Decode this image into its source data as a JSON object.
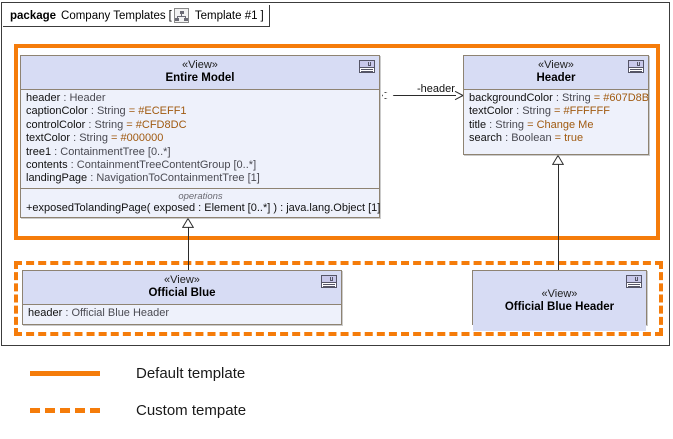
{
  "package": {
    "keyword": "package",
    "name": "Company Templates",
    "bracket_open": "[",
    "icon": "tree-diagram-icon",
    "template_label": "Template #1",
    "bracket_close": "]"
  },
  "colors": {
    "template_orange": "#F57C0A",
    "class_header_fill": "#D7DCF4",
    "class_body_fill": "#EEF1FB",
    "class_border": "#8E8372",
    "connector": "#2B2B2B",
    "value_text": "#A05A10",
    "type_text": "#4A4A52"
  },
  "classes": [
    {
      "id": "entire-model",
      "stereotype": "«View»",
      "name": "Entire Model",
      "icon": "view-icon",
      "attributes": [
        {
          "name": "header",
          "sep": " : ",
          "type": "Header",
          "eq": "",
          "value": ""
        },
        {
          "name": "captionColor",
          "sep": " : ",
          "type": "String",
          "eq": " = ",
          "value": "#ECEFF1"
        },
        {
          "name": "controlColor",
          "sep": " : ",
          "type": "String",
          "eq": " = ",
          "value": "#CFD8DC"
        },
        {
          "name": "textColor",
          "sep": " : ",
          "type": "String",
          "eq": " = ",
          "value": "#000000"
        },
        {
          "name": "tree1",
          "sep": " : ",
          "type": "ContainmentTree [0..*]",
          "eq": "",
          "value": ""
        },
        {
          "name": "contents",
          "sep": " : ",
          "type": "ContainmentTreeContentGroup [0..*]",
          "eq": "",
          "value": ""
        },
        {
          "name": "landingPage",
          "sep": " : ",
          "type": "NavigationToContainmentTree [1]",
          "eq": "",
          "value": ""
        }
      ],
      "operations_label": "operations",
      "operations": [
        "+exposedTolandingPage( exposed : Element [0..*] ) : java.lang.Object [1]"
      ]
    },
    {
      "id": "header",
      "stereotype": "«View»",
      "name": "Header",
      "icon": "view-icon",
      "attributes": [
        {
          "name": "backgroundColor",
          "sep": " : ",
          "type": "String",
          "eq": " = ",
          "value": "#607D8B"
        },
        {
          "name": "textColor",
          "sep": " : ",
          "type": "String",
          "eq": " = ",
          "value": "#FFFFFF"
        },
        {
          "name": "title",
          "sep": " : ",
          "type": "String",
          "eq": " = ",
          "value": "Change Me"
        },
        {
          "name": "search",
          "sep": " : ",
          "type": "Boolean",
          "eq": " = ",
          "value": "true"
        }
      ],
      "operations_label": "",
      "operations": []
    },
    {
      "id": "official-blue",
      "stereotype": "«View»",
      "name": "Official Blue",
      "icon": "view-icon",
      "attributes": [
        {
          "name": "header",
          "sep": " : ",
          "type": "Official Blue Header",
          "eq": "",
          "value": ""
        }
      ],
      "operations_label": "",
      "operations": []
    },
    {
      "id": "official-blue-header",
      "stereotype": "«View»",
      "name": "Official Blue Header",
      "icon": "view-icon",
      "attributes": [],
      "operations_label": "",
      "operations": []
    }
  ],
  "connectors": {
    "association_label": "-header",
    "association_end_source": "aggregation-diamond",
    "association_end_target": "open-arrow",
    "generalizations": [
      {
        "from": "official-blue",
        "to": "entire-model",
        "head": "hollow-triangle"
      },
      {
        "from": "official-blue-header",
        "to": "header",
        "head": "hollow-triangle"
      }
    ]
  },
  "legend": {
    "items": [
      {
        "style": "solid",
        "label": "Default template"
      },
      {
        "style": "dashed",
        "label": "Custom tempate"
      }
    ]
  }
}
